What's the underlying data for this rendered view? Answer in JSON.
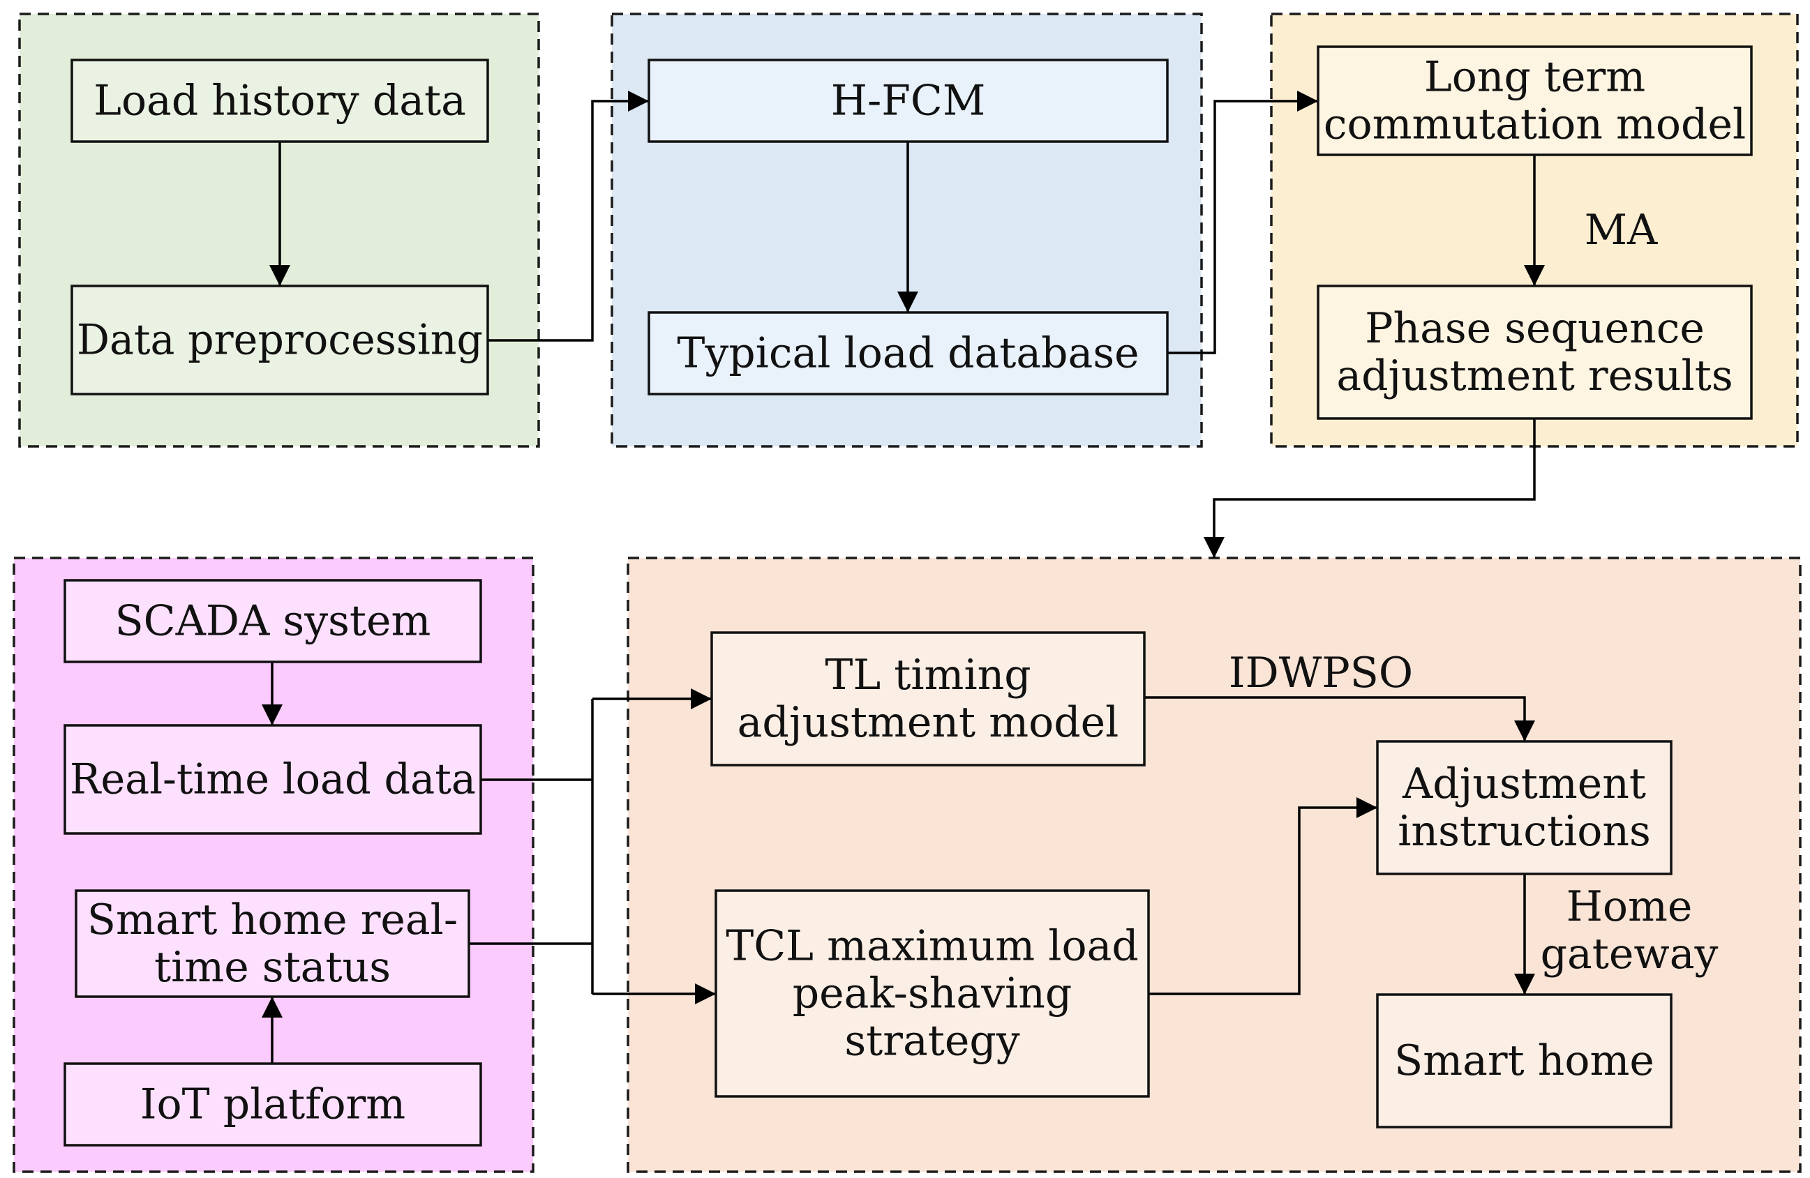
{
  "colors": {
    "group_history": "#e2eed9",
    "group_cluster": "#dde8f5",
    "group_model": "#fcefd1",
    "group_realtime": "#fccbfd",
    "group_adjust": "#f9e4d6",
    "node_history": "#eaf3e3",
    "node_cluster": "#e9f1fb",
    "node_model": "#fdf5e2",
    "node_realtime": "#fde0fe",
    "node_adjust": "#fbeee5",
    "line": "#000000"
  },
  "nodes": {
    "load_history": {
      "lines": [
        "Load history data"
      ]
    },
    "data_preprocessing": {
      "lines": [
        "Data preprocessing"
      ]
    },
    "hfcm": {
      "lines": [
        "H-FCM"
      ]
    },
    "typical_load_database": {
      "lines": [
        "Typical load database"
      ]
    },
    "long_term_model": {
      "lines": [
        "Long term",
        "commutation model"
      ]
    },
    "phase_sequence": {
      "lines": [
        "Phase sequence",
        "adjustment results"
      ]
    },
    "scada": {
      "lines": [
        "SCADA system"
      ]
    },
    "realtime_load": {
      "lines": [
        "Real-time load data"
      ]
    },
    "smart_home_status": {
      "lines": [
        "Smart home real-",
        "time status"
      ]
    },
    "iot_platform": {
      "lines": [
        "IoT platform"
      ]
    },
    "tl_timing": {
      "lines": [
        "TL timing",
        "adjustment model"
      ]
    },
    "tcl_peak": {
      "lines": [
        "TCL maximum load",
        "peak-shaving",
        "strategy"
      ]
    },
    "adjustment_instructions": {
      "lines": [
        "Adjustment",
        "instructions"
      ]
    },
    "smart_home": {
      "lines": [
        "Smart home"
      ]
    }
  },
  "edge_labels": {
    "ma": [
      "MA"
    ],
    "idwpso": [
      "IDWPSO"
    ],
    "home_gateway": [
      "Home",
      "gateway"
    ]
  }
}
